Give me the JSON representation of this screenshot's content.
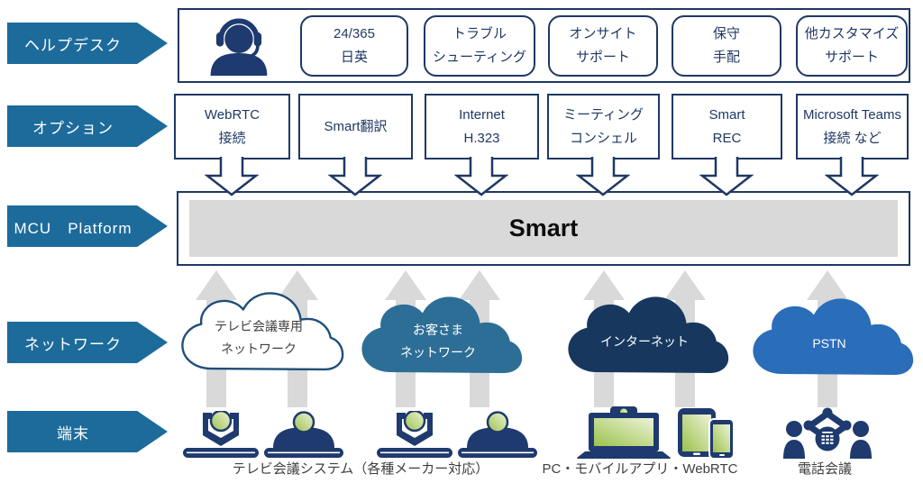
{
  "colors": {
    "label_blue": "#1d6b9b",
    "navy_border": "#1f3864",
    "icon_navy": "#1e3a6e",
    "platform_gray": "#d9d9d9",
    "cloud_teal": "#2d6e96",
    "cloud_navy": "#17375e",
    "cloud_blue": "#2a6db8",
    "screen_green": "#9cc24b"
  },
  "row_labels": {
    "helpdesk": "ヘルプデスク",
    "options": "オプション",
    "mcu": "MCU　Platform",
    "network": "ネットワーク",
    "terminal": "端末"
  },
  "helpdesk": {
    "items": [
      {
        "line1": "24/365",
        "line2": "日英"
      },
      {
        "line1": "トラブル",
        "line2": "シューティング"
      },
      {
        "line1": "オンサイト",
        "line2": "サポート"
      },
      {
        "line1": "保守",
        "line2": "手配"
      },
      {
        "line1": "他カスタマイズ",
        "line2": "サポート"
      }
    ]
  },
  "options": {
    "items": [
      {
        "line1": "WebRTC",
        "line2": "接続"
      },
      {
        "line1": "Smart翻訳",
        "line2": ""
      },
      {
        "line1": "Internet",
        "line2": "H.323"
      },
      {
        "line1": "ミーティング",
        "line2": "コンシェル"
      },
      {
        "line1": "Smart",
        "line2": "REC"
      },
      {
        "line1": "Microsoft Teams",
        "line2": "接続 など"
      }
    ]
  },
  "platform": {
    "name": "Smart"
  },
  "network": {
    "clouds": [
      {
        "line1": "テレビ会議専用",
        "line2": "ネットワーク"
      },
      {
        "line1": "お客さま",
        "line2": "ネットワーク"
      },
      {
        "line1": "インターネット",
        "line2": ""
      },
      {
        "line1": "PSTN",
        "line2": ""
      }
    ]
  },
  "terminals": {
    "captions": [
      "テレビ会議システム（各種メーカー対応）",
      "PC・モバイルアプリ・WebRTC",
      "電話会議"
    ]
  }
}
